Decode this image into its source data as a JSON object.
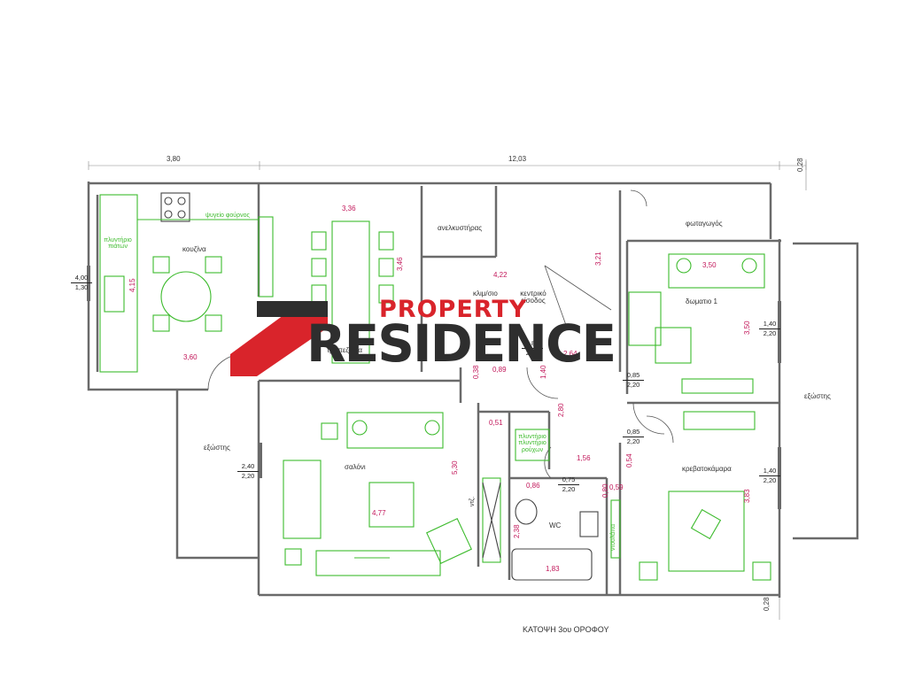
{
  "plan_title": "ΚΑΤΟΨΗ 3ου ΟΡΟΦΟΥ",
  "logo": {
    "line1": "PROPERTY",
    "line2": "RESIDENCE",
    "accent_color": "#d9242b",
    "dark_color": "#2e2e2e"
  },
  "colors": {
    "walls": "#6a6a6a",
    "furniture": "#3dbb2d",
    "dimensions": "#c2185b"
  },
  "overall_dims": {
    "top_left": "3,80",
    "top_total": "12,03",
    "top_right": "0,28",
    "bottom_right": "0,28"
  },
  "rooms": {
    "kitchen": "κουζίνα",
    "dining": "τραπεζαρία",
    "elevator": "ανελκυστήρας",
    "hall": "κλιμ/σιο",
    "entrance": "κεντρικό είσοδος",
    "lightwell": "φωταγωγός",
    "room1": "δωματιο 1",
    "living": "σαλόνι",
    "wc": "WC",
    "bedroom": "κρεβατοκάμαρα",
    "balcony_left": "εξώστης",
    "balcony_right": "εξώστης"
  },
  "furniture_labels": {
    "washing": "πλυντήριο πιάτων",
    "fridge": "ψυγείο φούρνος",
    "laundry": "πλυντήριο πλυντήριο ρούχων",
    "closet_wc": "ντουλάπα",
    "closet_living": "ντζ."
  },
  "dimensions": {
    "kitchen_w": "3,60",
    "kitchen_h": "4,15",
    "dining_w": "3,36",
    "dining_h": "3,46",
    "hall_w": "4,22",
    "hall_h": "3,21",
    "room1_w": "3,50",
    "room1_h": "3,50",
    "living_w": "4,77",
    "living_h": "5,30",
    "wc_w": "1,83",
    "wc_h": "2,38",
    "bed_h": "3,83",
    "d1": "2,64",
    "d2": "2,80",
    "d3": "1,56",
    "d4": "0,51",
    "d5": "0,86",
    "d6": "0,59",
    "d7": "0,38",
    "d8": "1,40",
    "d9": "0,54",
    "d10": "0,80",
    "d11": "0,89"
  },
  "openings": {
    "w_kitchen": [
      "4,00",
      "1,30"
    ],
    "w_balcony": [
      "2,40",
      "2,20"
    ],
    "d_entrance": [
      "1,85",
      "2,30"
    ],
    "d_room1": [
      "0,85",
      "2,20"
    ],
    "d_bed": [
      "0,85",
      "2,20"
    ],
    "d_wc": [
      "0,75",
      "2,20"
    ],
    "w_room1": [
      "1,40",
      "2,20"
    ],
    "w_bed": [
      "1,40",
      "2,20"
    ]
  }
}
